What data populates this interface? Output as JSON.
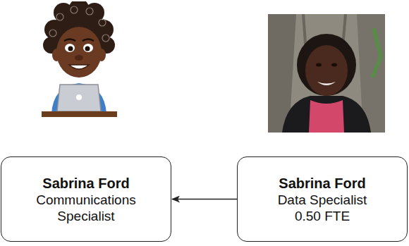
{
  "diagram": {
    "nodes": [
      {
        "text": [
          "Sabrina Ford",
          "Communications Specialist"
        ]
      },
      {
        "text": [
          "Sabrina Ford",
          "Data Specialist 0.50 FTE"
        ]
      }
    ],
    "edges": [
      {
        "from": 1,
        "to": 0,
        "arrow": "to"
      }
    ]
  }
}
